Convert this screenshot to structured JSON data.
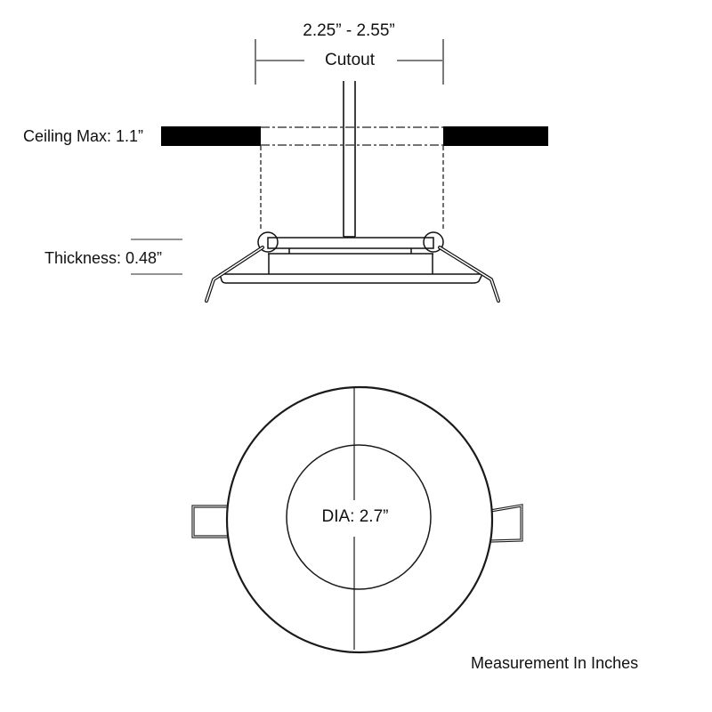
{
  "diagram": {
    "cutout": {
      "range_label": "2.25” - 2.55”",
      "label": "Cutout"
    },
    "ceiling": {
      "label": "Ceiling Max: 1.1”"
    },
    "thickness": {
      "label": "Thickness: 0.48”"
    },
    "top_view": {
      "diameter_label": "DIA: 2.7”"
    },
    "footer": {
      "units_note": "Measurement In Inches"
    },
    "colors": {
      "line": "#1a1a1a",
      "fill": "#000000",
      "background": "#ffffff"
    }
  }
}
